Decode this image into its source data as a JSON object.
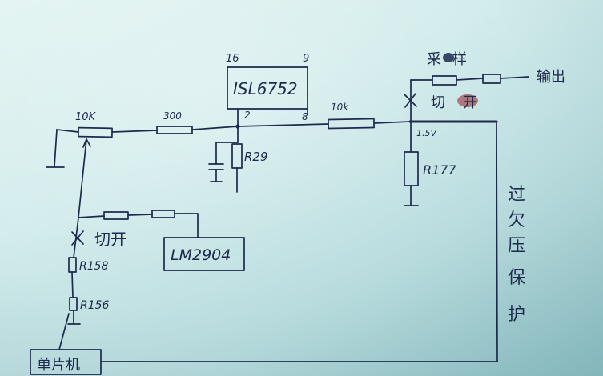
{
  "chip": {
    "name": "ISL6752",
    "pin_16": "16",
    "pin_9": "9",
    "pin_2": "2",
    "pin_8": "8"
  },
  "resistors": {
    "pot": "10K",
    "r_300": "300",
    "r_10k": "10k",
    "r29": "R29",
    "r177": "R177",
    "r158": "R158",
    "r156": "R156"
  },
  "labels": {
    "voltage": "1.5V",
    "sample": "采样",
    "output": "输出",
    "cut_right": "切开",
    "cut_left": "切开",
    "comparator": "LM2904",
    "mcu": "单片机",
    "protection": [
      "过",
      "欠",
      "压",
      "保",
      "护"
    ]
  },
  "colors": {
    "ink": "#1d2a4d",
    "paper_light": "#e2f4f2",
    "paper_dark": "#8fc2c6",
    "red_smudge": "#a5525a"
  }
}
